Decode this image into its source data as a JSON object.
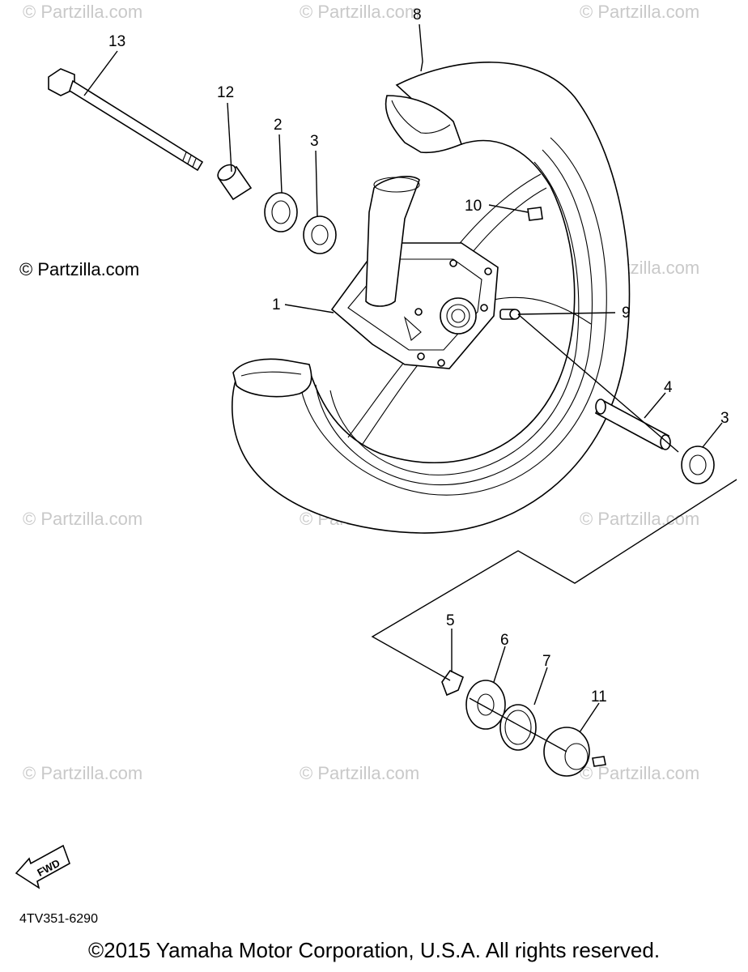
{
  "watermark": {
    "text": "© Partzilla.com",
    "primary_text": "© Partzilla.com"
  },
  "callouts": {
    "c1": "1",
    "c2": "2",
    "c3a": "3",
    "c3b": "3",
    "c4": "4",
    "c5": "5",
    "c6": "6",
    "c7": "7",
    "c8": "8",
    "c9": "9",
    "c10": "10",
    "c11": "11",
    "c12": "12",
    "c13": "13"
  },
  "fwd_label": "FWD",
  "diagram_code": "4TV351-6290",
  "copyright": "©2015  Yamaha Motor Corporation, U.S.A. All rights reserved."
}
